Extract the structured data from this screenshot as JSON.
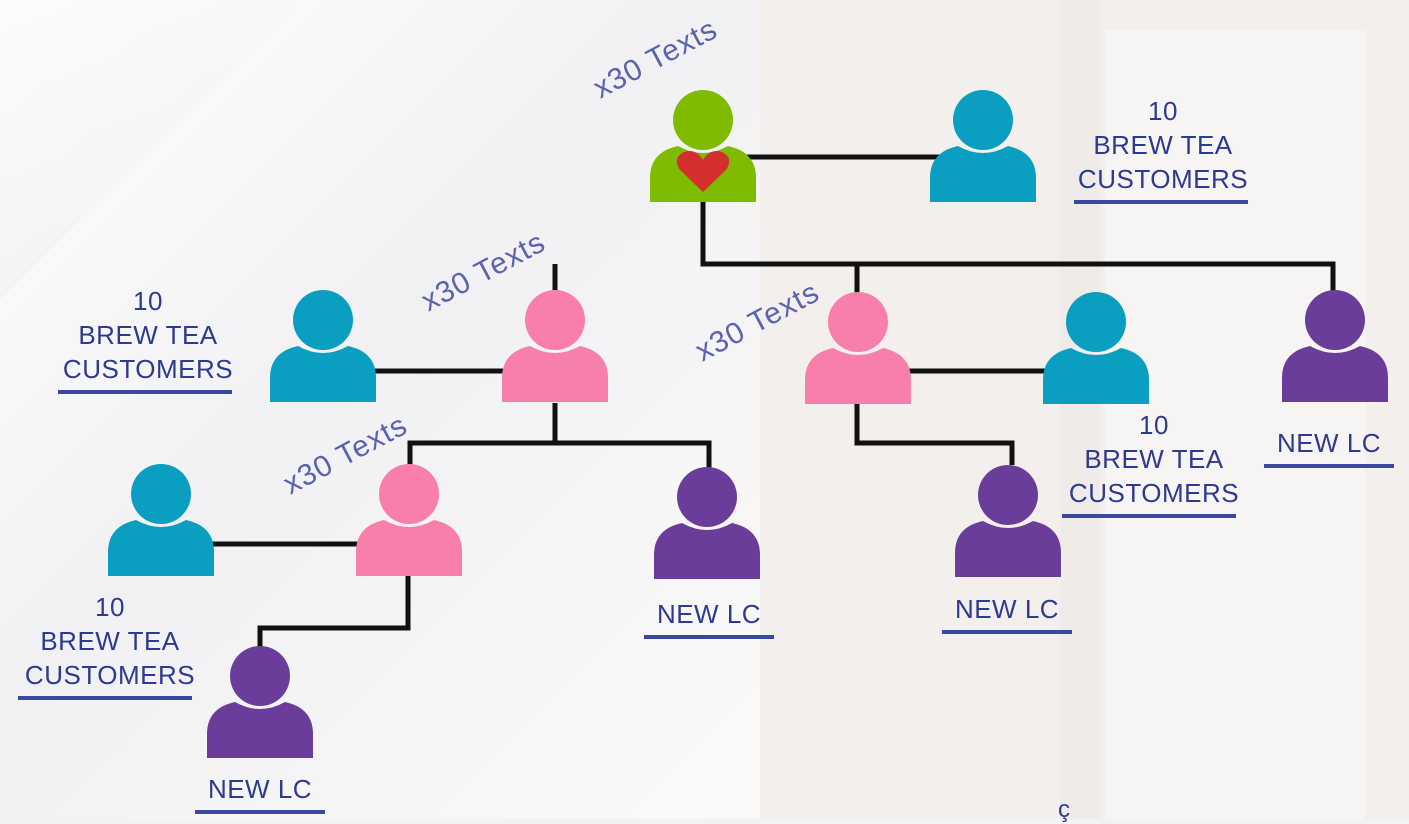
{
  "colors": {
    "root": "#7fbb00",
    "heart": "#d32f2f",
    "customer": "#0a9fc0",
    "leader": "#f87fab",
    "new_lc": "#6b3d9a",
    "connector": "#111111",
    "text": "#2c3a8f",
    "underline": "#3b48a0",
    "tag_text": "#5a63b0"
  },
  "icons": {
    "person": "person-icon",
    "heart": "heart-icon"
  },
  "tags": {
    "t1": "x30 Texts",
    "t2": "x30 Texts",
    "t3": "x30 Texts",
    "t4": "x30 Texts"
  },
  "captions": {
    "c1": {
      "count": "10",
      "line1": "BREW TEA",
      "line2": "CUSTOMERS"
    },
    "c2": {
      "count": "10",
      "line1": "BREW TEA",
      "line2": "CUSTOMERS"
    },
    "c3": {
      "count": "10",
      "line1": "BREW TEA",
      "line2": "CUSTOMERS"
    },
    "c4": {
      "count": "10",
      "line1": "BREW TEA",
      "line2": "CUSTOMERS"
    },
    "n1": {
      "label": "NEW LC"
    },
    "n2": {
      "label": "NEW LC"
    },
    "n3": {
      "label": "NEW LC"
    },
    "n4": {
      "label": "NEW LC"
    }
  },
  "stray_glyph": "ç"
}
